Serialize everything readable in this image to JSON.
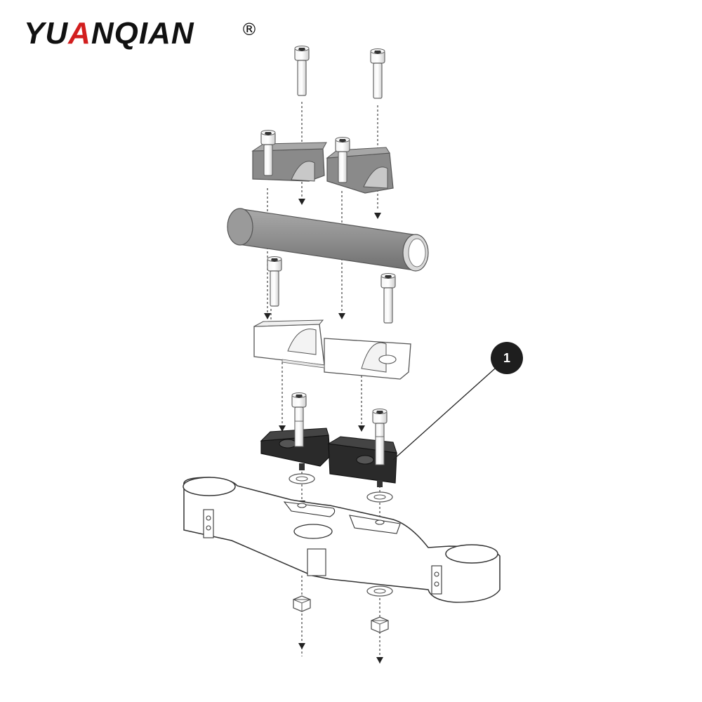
{
  "brand": {
    "name": "YUANQIAN",
    "registered_mark": "®"
  },
  "callouts": [
    {
      "number": "1",
      "part": "riser-base-black"
    }
  ],
  "colors": {
    "clamp_top": "#8c8c8c",
    "bar": "#8e8e8e",
    "riser_mid": "#ffffff",
    "riser_base": "#2a2a2a",
    "outline": "#333333",
    "callout_bg": "#1e1e1e",
    "brand_primary": "#111111",
    "brand_accent": "#d21e1e"
  },
  "icons": {
    "arrow": "arrow-down-icon",
    "bolt": "bolt-icon",
    "nut": "hex-nut-icon",
    "washer": "washer-icon"
  }
}
